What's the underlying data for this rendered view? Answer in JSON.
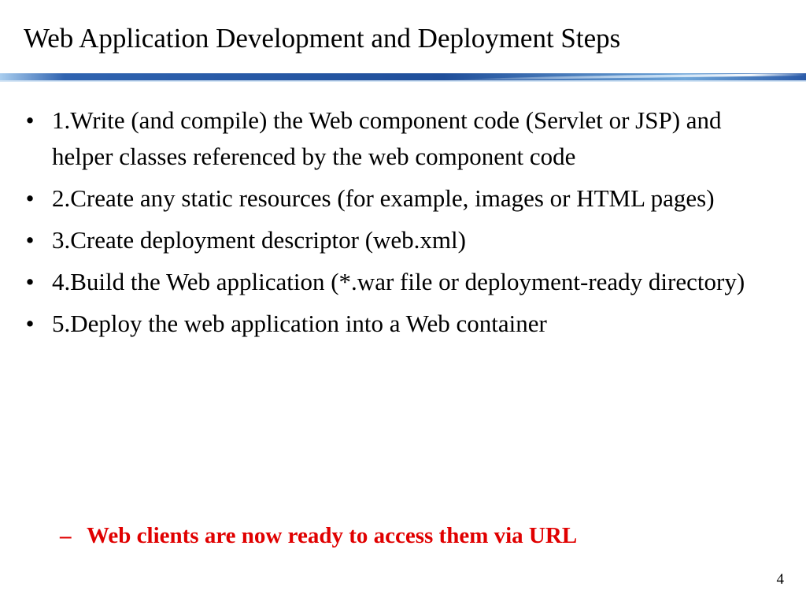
{
  "slide": {
    "title": "Web Application Development and Deployment Steps",
    "bullet_symbol": "•",
    "bullets": [
      "1.Write (and compile) the Web component code (Servlet or JSP) and helper classes referenced by the web component code",
      "2.Create any static resources (for example, images or HTML pages)",
      "3.Create deployment descriptor (web.xml)",
      "4.Build the Web application (*.war file or deployment-ready directory)",
      "5.Deploy the web application into a Web container"
    ],
    "sub_bullet": {
      "dash": "–",
      "text": "Web clients are now ready to access them via URL"
    },
    "page_number": "4"
  },
  "colors": {
    "sub_bullet_text": "#e00000",
    "rule_dark": "#1f4e9a",
    "rule_light": "#9fc6ea"
  }
}
